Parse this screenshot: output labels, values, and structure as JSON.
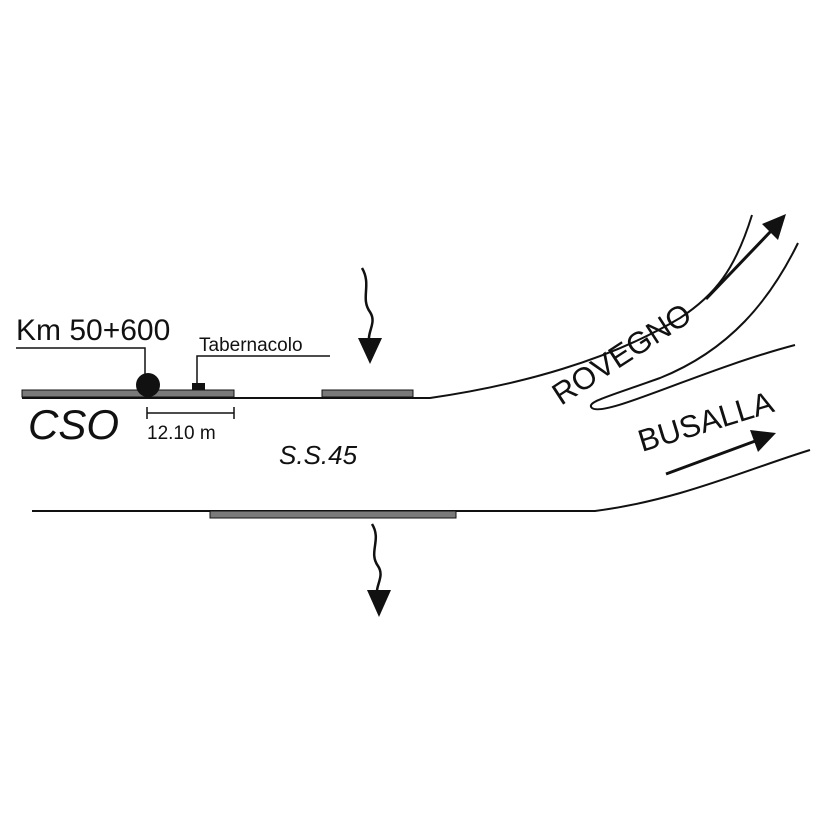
{
  "labels": {
    "km": "Km 50+600",
    "tabernacolo": "Tabernacolo",
    "cso": "CSO",
    "distance": "12.10 m",
    "road": "S.S.45",
    "rovegno": "ROVEGNO",
    "busalla": "BUSALLA"
  },
  "colors": {
    "line": "#111111",
    "barrier": "#7a7a7a",
    "background": "#ffffff"
  }
}
